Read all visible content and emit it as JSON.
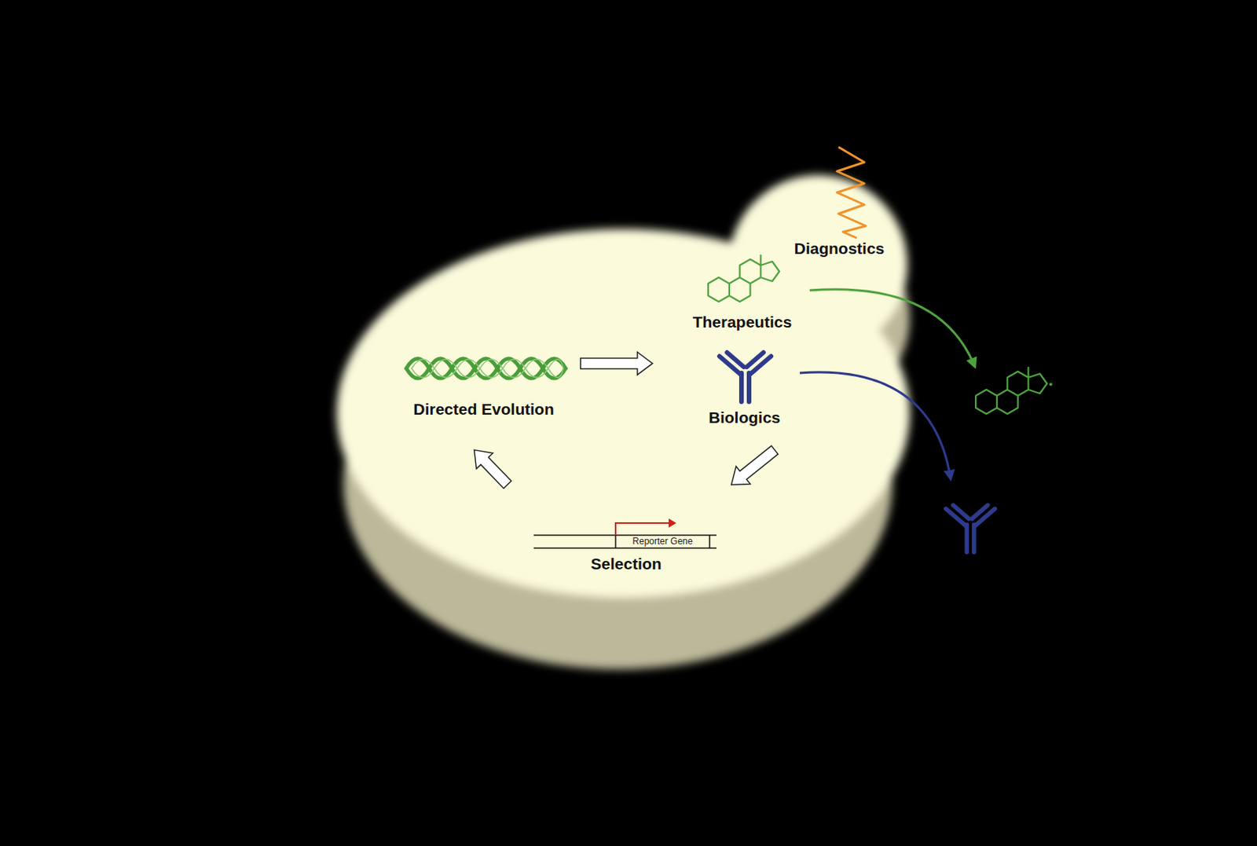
{
  "diagram": {
    "nodes": [
      {
        "text": [
          "Directed Evolution"
        ]
      },
      {
        "text": [
          "Therapeutics"
        ]
      },
      {
        "text": [
          "Biologics"
        ]
      },
      {
        "text": [
          "Selection"
        ]
      },
      {
        "text": [
          "Diagnostics"
        ]
      }
    ],
    "edges": [
      {
        "from": 0,
        "to": 2,
        "arrow": "to"
      },
      {
        "from": 2,
        "to": 3,
        "arrow": "to"
      },
      {
        "from": 3,
        "to": 0,
        "arrow": "to"
      }
    ],
    "labels": [
      "Reporter Gene"
    ]
  }
}
